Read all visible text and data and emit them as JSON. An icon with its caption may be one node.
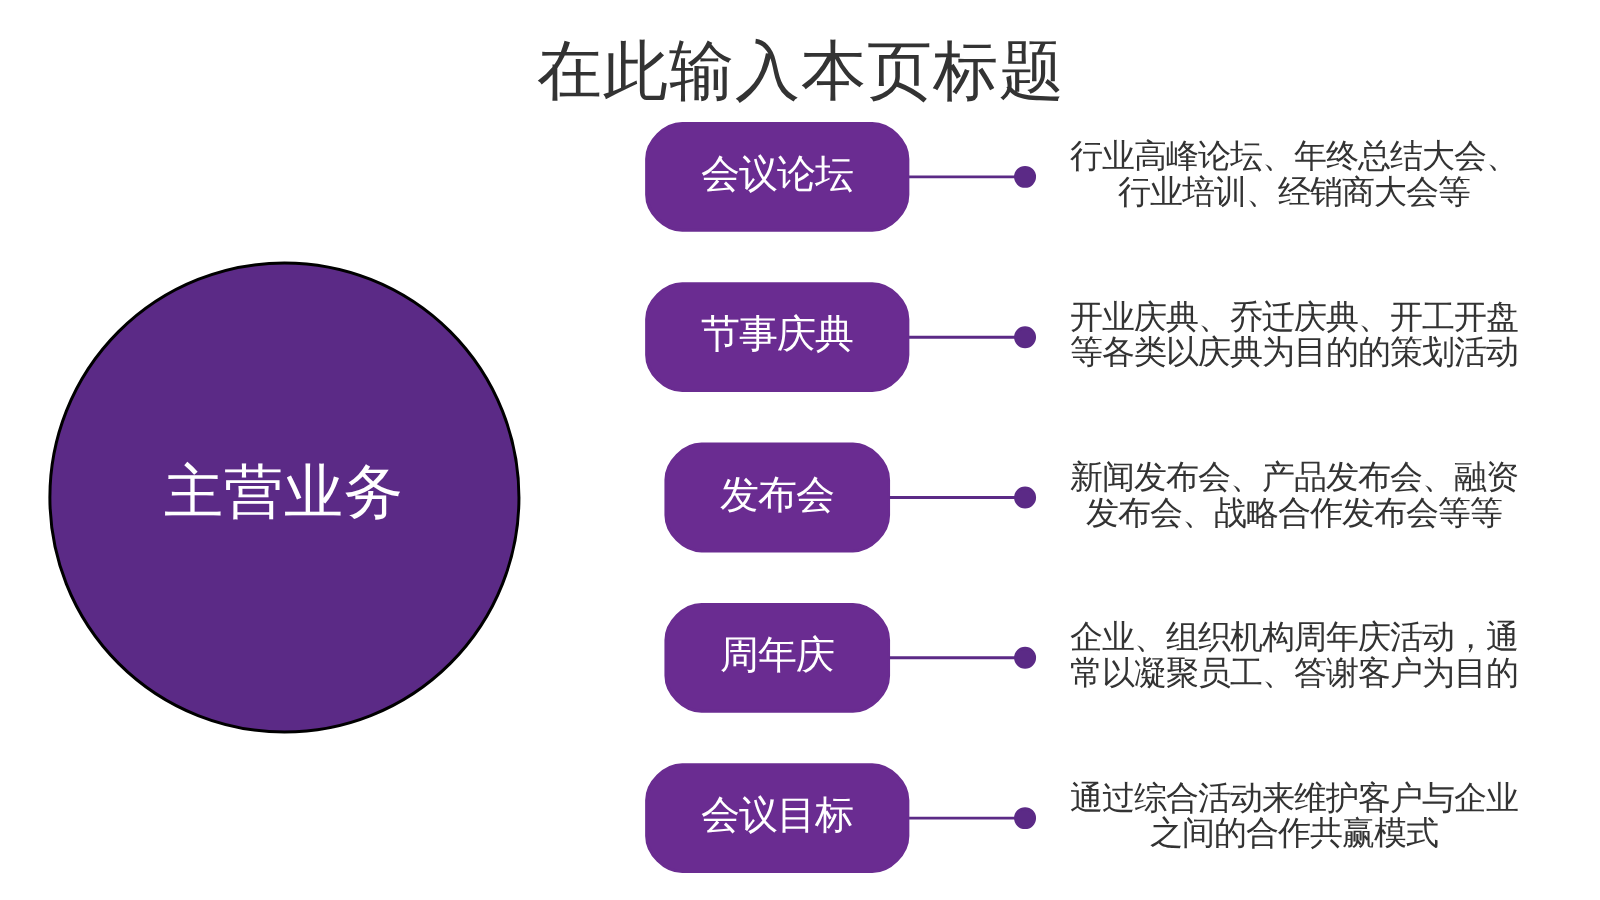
{
  "diagram": {
    "title": "在此输入本页标题",
    "nodes": [
      {
        "text": [
          "主营业务"
        ]
      },
      {
        "text": [
          "会议论坛"
        ]
      },
      {
        "text": [
          "节事庆典"
        ]
      },
      {
        "text": [
          "发布会"
        ]
      },
      {
        "text": [
          "周年庆"
        ]
      },
      {
        "text": [
          "会议目标"
        ]
      },
      {
        "text": [
          "行业高峰论坛、年终总结大会、行业培训、经销商大会等"
        ]
      },
      {
        "text": [
          "开业庆典、乔迁庆典、开工开盘等各类以庆典为目的的策划活动"
        ]
      },
      {
        "text": [
          "新闻发布会、产品发布会、融资发布会、战略合作发布会等等"
        ]
      },
      {
        "text": [
          "企业、组织机构周年庆活动，通常以凝聚员工、答谢客户为目的"
        ]
      },
      {
        "text": [
          "通过综合活动来维护客户与企业之间的合作共赢模式"
        ]
      }
    ],
    "edges": [
      {
        "from": 1,
        "to": 6,
        "arrow": "other"
      },
      {
        "from": 2,
        "to": 7,
        "arrow": "other"
      },
      {
        "from": 3,
        "to": 8,
        "arrow": "other"
      },
      {
        "from": 4,
        "to": 9,
        "arrow": "other"
      },
      {
        "from": 5,
        "to": 10,
        "arrow": "other"
      }
    ]
  }
}
